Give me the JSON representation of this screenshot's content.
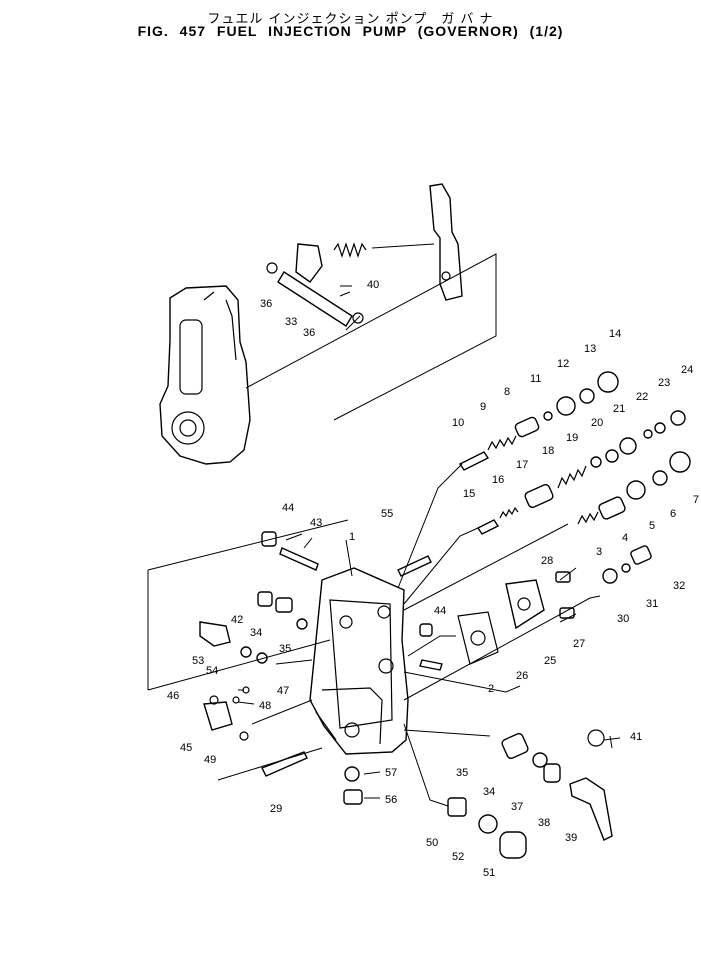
{
  "figure": {
    "title_jp": "フュエル インジェクション ポンプ　ガ バ ナ",
    "title_en": "FIG. 457  FUEL  INJECTION  PUMP  (GOVERNOR)  (1/2)"
  },
  "callouts": [
    "1",
    "2",
    "3",
    "4",
    "5",
    "6",
    "7",
    "8",
    "9",
    "10",
    "11",
    "12",
    "13",
    "14",
    "15",
    "16",
    "17",
    "18",
    "19",
    "20",
    "21",
    "22",
    "23",
    "24",
    "25",
    "26",
    "27",
    "28",
    "29",
    "30",
    "31",
    "32",
    "33",
    "34",
    "34",
    "35",
    "35",
    "36",
    "36",
    "37",
    "38",
    "39",
    "40",
    "41",
    "42",
    "43",
    "44",
    "44",
    "45",
    "46",
    "47",
    "48",
    "49",
    "50",
    "51",
    "52",
    "53",
    "54",
    "55",
    "56",
    "57"
  ]
}
